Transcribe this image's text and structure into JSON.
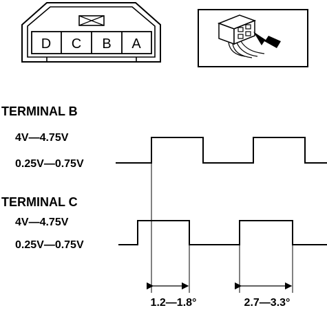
{
  "connector": {
    "pins": [
      "D",
      "C",
      "B",
      "A"
    ]
  },
  "terminal_b": {
    "title": "TERMINAL B",
    "high_level": "4V—4.75V",
    "low_level": "0.25V—0.75V"
  },
  "terminal_c": {
    "title": "TERMINAL C",
    "high_level": "4V—4.75V",
    "low_level": "0.25V—0.75V"
  },
  "phase_offsets": {
    "first": "1.2—1.8°",
    "second": "2.7—3.3°"
  }
}
